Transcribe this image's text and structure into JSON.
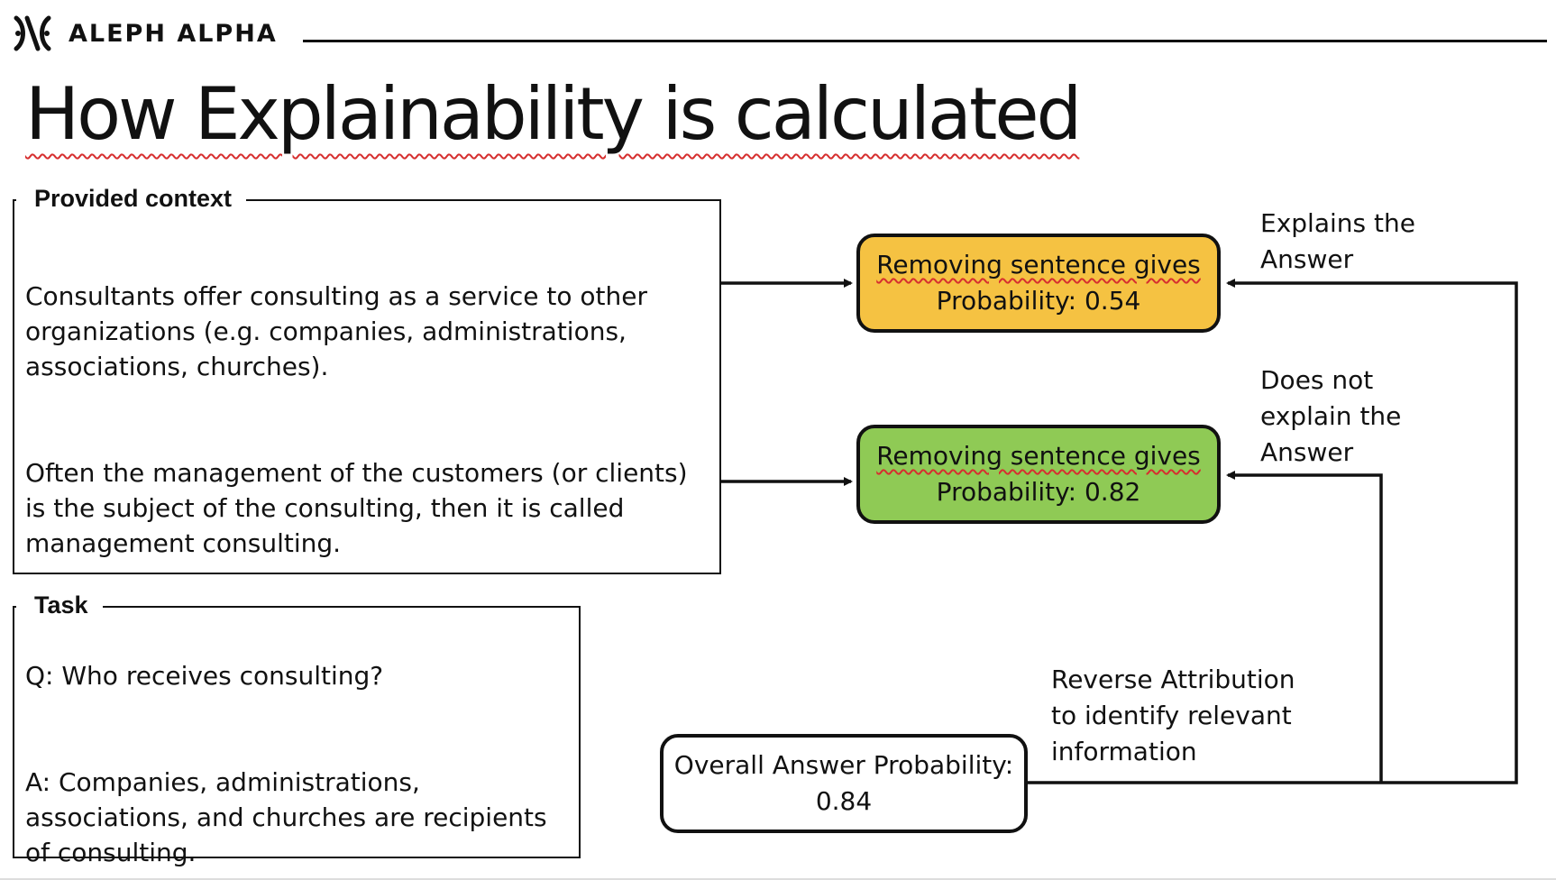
{
  "header": {
    "brand": "ALEPH ALPHA",
    "title": "How Explainability is calculated"
  },
  "context_box": {
    "legend": "Provided context",
    "paragraph_1": "Consultants offer consulting as a service to other organizations (e.g. companies, administrations, associations, churches).",
    "paragraph_2": "Often the management of the customers (or clients) is the subject of the consulting, then it is called management consulting."
  },
  "task_box": {
    "legend": "Task",
    "question": "Q: Who receives consulting?",
    "answer": "A: Companies, administrations, associations, and churches are recipients of consulting."
  },
  "nodes": {
    "top": {
      "line_1": "Removing sentence gives",
      "line_2": "Probability: 0.54",
      "color": "#f5c242"
    },
    "middle": {
      "line_1": "Removing sentence gives",
      "line_2": "Probability: 0.82",
      "color": "#8fca55"
    },
    "overall": {
      "line_1": "Overall Answer Probability:",
      "line_2": "0.84"
    }
  },
  "labels": {
    "explains": "Explains the\nAnswer",
    "does_not_explain": "Does not\nexplain the\nAnswer",
    "reverse_attribution": "Reverse Attribution\nto identify relevant\ninformation"
  },
  "icons": {
    "logo": "aleph-alpha-logo-icon"
  }
}
